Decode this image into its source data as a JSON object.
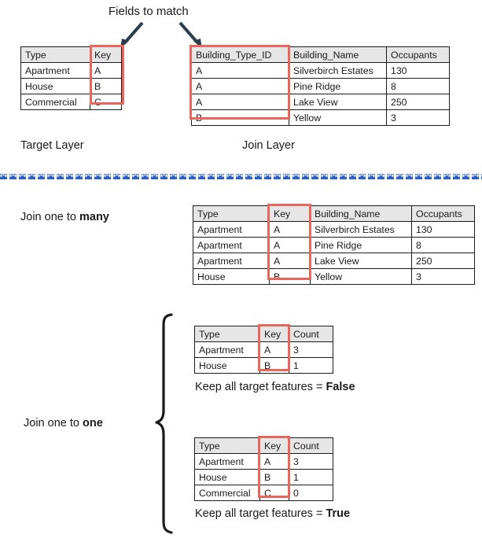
{
  "diagram": {
    "title_note": "Fields to match",
    "target_layer_label": "Target Layer",
    "join_layer_label": "Join Layer",
    "join_one_to_many_label_prefix": "Join one to ",
    "join_one_to_many_label_strong": "many",
    "join_one_to_one_label_prefix": "Join one to ",
    "join_one_to_one_label_strong": "one",
    "keep_false_prefix": "Keep all target features = ",
    "keep_false_strong": "False",
    "keep_true_prefix": "Keep all target features = ",
    "keep_true_strong": "True",
    "colors": {
      "highlight_red": "#e8665c",
      "header_gray": "#e6e6e6",
      "arrow_navy": "#2e3d4f",
      "divider_blue": "#2e5fc4",
      "border_black": "#1c1c1c"
    }
  },
  "target_table": {
    "headers": [
      "Type",
      "Key"
    ],
    "rows": [
      [
        "Apartment",
        "A"
      ],
      [
        "House",
        "B"
      ],
      [
        "Commercial",
        "C"
      ]
    ]
  },
  "join_table": {
    "headers": [
      "Building_Type_ID",
      "Building_Name",
      "Occupants"
    ],
    "rows": [
      [
        "A",
        "Silverbirch Estates",
        "130"
      ],
      [
        "A",
        "Pine Ridge",
        "8"
      ],
      [
        "A",
        "Lake View",
        "250"
      ],
      [
        "B",
        "Yellow",
        "3"
      ]
    ]
  },
  "one_to_many_table": {
    "headers": [
      "Type",
      "Key",
      "Building_Name",
      "Occupants"
    ],
    "rows": [
      [
        "Apartment",
        "A",
        "Silverbirch Estates",
        "130"
      ],
      [
        "Apartment",
        "A",
        "Pine Ridge",
        "8"
      ],
      [
        "Apartment",
        "A",
        "Lake View",
        "250"
      ],
      [
        "House",
        "B",
        "Yellow",
        "3"
      ]
    ]
  },
  "one_to_one_false_table": {
    "headers": [
      "Type",
      "Key",
      "Count"
    ],
    "rows": [
      [
        "Apartment",
        "A",
        "3"
      ],
      [
        "House",
        "B",
        "1"
      ]
    ]
  },
  "one_to_one_true_table": {
    "headers": [
      "Type",
      "Key",
      "Count"
    ],
    "rows": [
      [
        "Apartment",
        "A",
        "3"
      ],
      [
        "House",
        "B",
        "1"
      ],
      [
        "Commercial",
        "C",
        "0"
      ]
    ]
  }
}
